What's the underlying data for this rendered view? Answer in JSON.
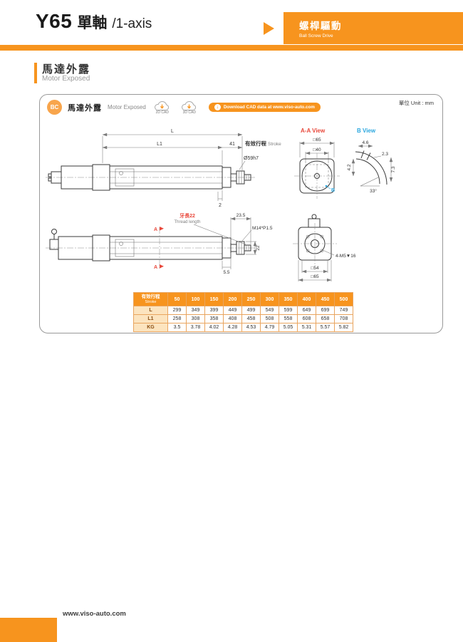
{
  "header": {
    "model": "Y65",
    "series_zh": "單軸",
    "series_en": "/1-axis",
    "drive_zh": "螺桿驅動",
    "drive_en": "Ball Screw Drive"
  },
  "section": {
    "title_zh": "馬達外露",
    "title_en": "Motor Exposed"
  },
  "panel": {
    "unit": "單位 Unit : mm",
    "badge": "BC",
    "label_zh": "馬達外露",
    "label_en": "Motor Exposed",
    "cad_2d": "2D CAD",
    "cad_3d": "3D CAD",
    "download": "Download CAD data at www.viso-auto.com"
  },
  "drawing_top": {
    "dim_L": "L",
    "dim_L1": "L1",
    "dim_41": "41",
    "stroke_zh": "有效行程",
    "stroke_en": "Stroke",
    "dia_shaft": "Ø59h7",
    "dim_2": "2"
  },
  "view_aa": {
    "title": "A-A View",
    "dim_outer": "□65",
    "dim_inner": "□40",
    "label_b": "B"
  },
  "view_b": {
    "title": "B View",
    "dim_4_6": "4.6",
    "dim_2_3": "2.3",
    "dim_4_2": "4.2",
    "dim_7_3": "7.3",
    "dim_angle": "33°"
  },
  "drawing_bottom": {
    "dim_23_5": "23.5",
    "thread_zh": "牙長22",
    "thread_en": "Thread length",
    "dim_m14": "M14*P1.5",
    "dim_22": "22",
    "dim_5_5": "5.5",
    "section_a": "A"
  },
  "view_end": {
    "dim_bolt": "4-M5▼16",
    "dim_54": "□54",
    "dim_65": "□65"
  },
  "table": {
    "header_zh": "有效行程",
    "header_en": "Stroke",
    "strokes": [
      "50",
      "100",
      "150",
      "200",
      "250",
      "300",
      "350",
      "400",
      "450",
      "500"
    ],
    "rows": [
      {
        "label": "L",
        "values": [
          "299",
          "349",
          "399",
          "449",
          "499",
          "549",
          "599",
          "649",
          "699",
          "749"
        ]
      },
      {
        "label": "L1",
        "values": [
          "258",
          "308",
          "358",
          "408",
          "458",
          "508",
          "558",
          "608",
          "658",
          "708"
        ]
      },
      {
        "label": "KG",
        "values": [
          "3.5",
          "3.78",
          "4.02",
          "4.28",
          "4.53",
          "4.79",
          "5.05",
          "5.31",
          "5.57",
          "5.82"
        ]
      }
    ]
  },
  "footer": {
    "url": "www.viso-auto.com"
  },
  "colors": {
    "accent": "#F7941E",
    "section_a_label": "#E8483B",
    "view_b_label": "#2BA7DF"
  }
}
